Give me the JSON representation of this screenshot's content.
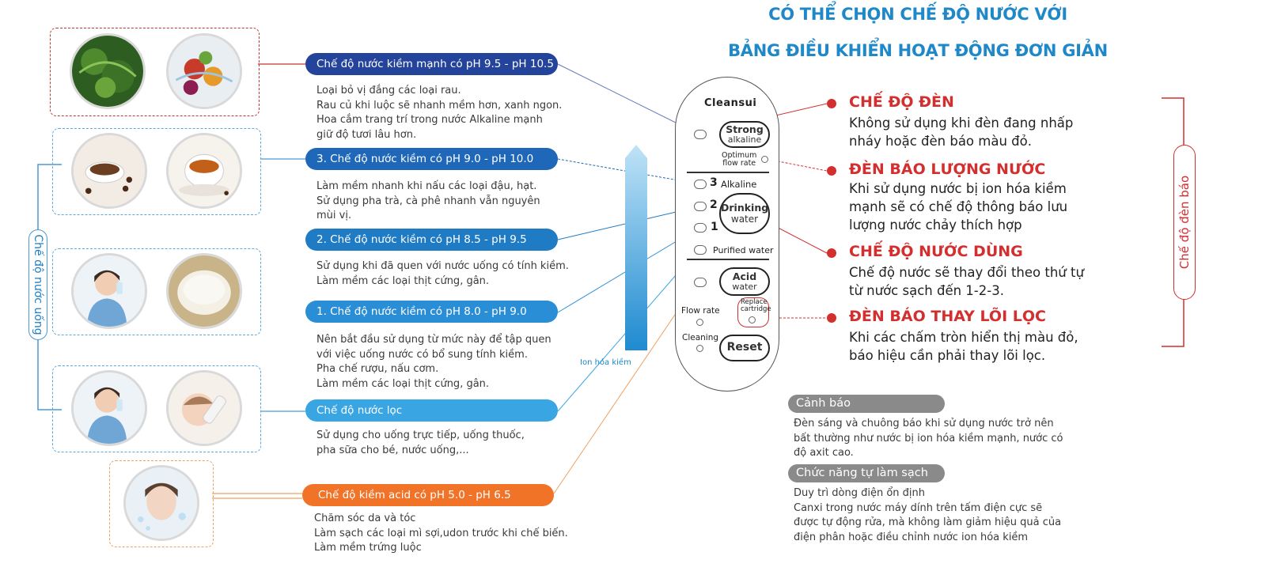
{
  "header": {
    "line1": "CÓ THỂ CHỌN CHẾ ĐỘ NƯỚC VỚI",
    "line2": "BẢNG ĐIỀU KHIỂN HOẠT ĐỘNG ĐƠN GIẢN"
  },
  "left_group_label": "Chế độ nước uống",
  "arrow_label": "Ion hóa kiềm",
  "modes": [
    {
      "label": "Chế độ nước kiềm mạnh có pH 9.5 - pH 10.5",
      "desc": [
        "Loại bỏ vị đắng các loại rau.",
        "Rau củ khi luộc sẽ nhanh mềm hơn, xanh ngon.",
        "Hoa cắm trang trí trong nước Alkaline mạnh",
        "giữ độ tươi lâu hơn."
      ]
    },
    {
      "label": "3. Chế độ nước kiềm có pH 9.0 - pH 10.0",
      "desc": [
        "Làm mềm nhanh khi nấu các loại đậu, hạt.",
        "Sử dụng pha trà, cà phê nhanh vẫn nguyên",
        "mùi vị."
      ]
    },
    {
      "label": "2. Chế độ nước kiềm có pH 8.5 - pH 9.5",
      "desc": [
        "Sử dụng khi đã quen với nước uống có tính kiềm.",
        "Làm mềm các loại thịt cứng, gân."
      ]
    },
    {
      "label": "1. Chế độ nước kiềm có pH 8.0 - pH 9.0",
      "desc": [
        "Nên bắt đầu sử dụng từ mức này để tập quen",
        "với việc uống nước có bổ sung tính kiềm.",
        "Pha chế rượu, nấu cơm.",
        "Làm mềm các loại thịt cứng, gân."
      ]
    },
    {
      "label": "Chế  độ nước lọc",
      "desc": [
        "Sử dụng cho uống trực tiếp, uống thuốc,",
        "pha sữa cho bé, nước uống,..."
      ]
    },
    {
      "label": "Chế độ kiềm acid có pH 5.0 - pH 6.5",
      "desc": [
        "Chăm sóc da và tóc",
        "Làm sạch các loại mì sợi,udon trước khi chế biến.",
        "Làm mềm trứng luộc"
      ]
    }
  ],
  "panel": {
    "brand": "Cleansui",
    "strong": "Strong",
    "strong_sub": "alkaline",
    "optimum": "Optimum",
    "optimum_sub": "flow rate",
    "level3": "3",
    "alkaline": "Alkaline",
    "level2": "2",
    "level1": "1",
    "drinking": "Drinking",
    "drinking_sub": "water",
    "purified": "Purified water",
    "acid": "Acid",
    "acid_sub": "water",
    "flow_rate": "Flow rate",
    "replace": "Replace",
    "replace_sub": "cartridge",
    "cleaning": "Cleaning",
    "reset": "Reset"
  },
  "features": [
    {
      "title": "CHẾ ĐỘ ĐÈN",
      "desc": [
        "Không sử dụng khi đèn đang nhấp",
        "nháy hoặc đèn báo màu đỏ."
      ]
    },
    {
      "title": "ĐÈN BÁO LƯỢNG NƯỚC",
      "desc": [
        "Khi sử dụng nước bị ion hóa kiềm",
        "mạnh sẽ có chế độ thông báo lưu",
        "lượng nước chảy thích hợp"
      ]
    },
    {
      "title": "CHẾ ĐỘ NƯỚC DÙNG",
      "desc": [
        "Chế độ nước sẽ thay đổi theo thứ tự",
        "từ nước sạch đến 1-2-3."
      ]
    },
    {
      "title": "ĐÈN BÁO THAY LÕI LỌC",
      "desc": [
        "Khi các chấm tròn hiển thị màu đỏ,",
        "báo hiệu cần phải thay lõi lọc."
      ]
    }
  ],
  "right_group_label": "Chế độ đèn báo",
  "notices": [
    {
      "title": "Cảnh báo",
      "desc": [
        "Đèn sáng và chuông báo khi sử dụng nước trở nên",
        "bất thường như nước bị ion hóa kiềm mạnh, nước có",
        "độ axit cao."
      ]
    },
    {
      "title": "Chức năng tự làm sạch",
      "desc": [
        "Duy trì dòng điện ổn định",
        "Canxi trong nước máy dính trên tấm điện cực sẽ",
        "được tự động rửa, mà không làm giảm hiệu quả của",
        "điện phân hoặc điều chỉnh nước ion hóa kiềm"
      ]
    }
  ],
  "colors": {
    "title_blue": "#1e88c8",
    "navy": "#23449a",
    "orange": "#f07327",
    "red": "#d32f2f",
    "gray": "#8a8a8a"
  }
}
